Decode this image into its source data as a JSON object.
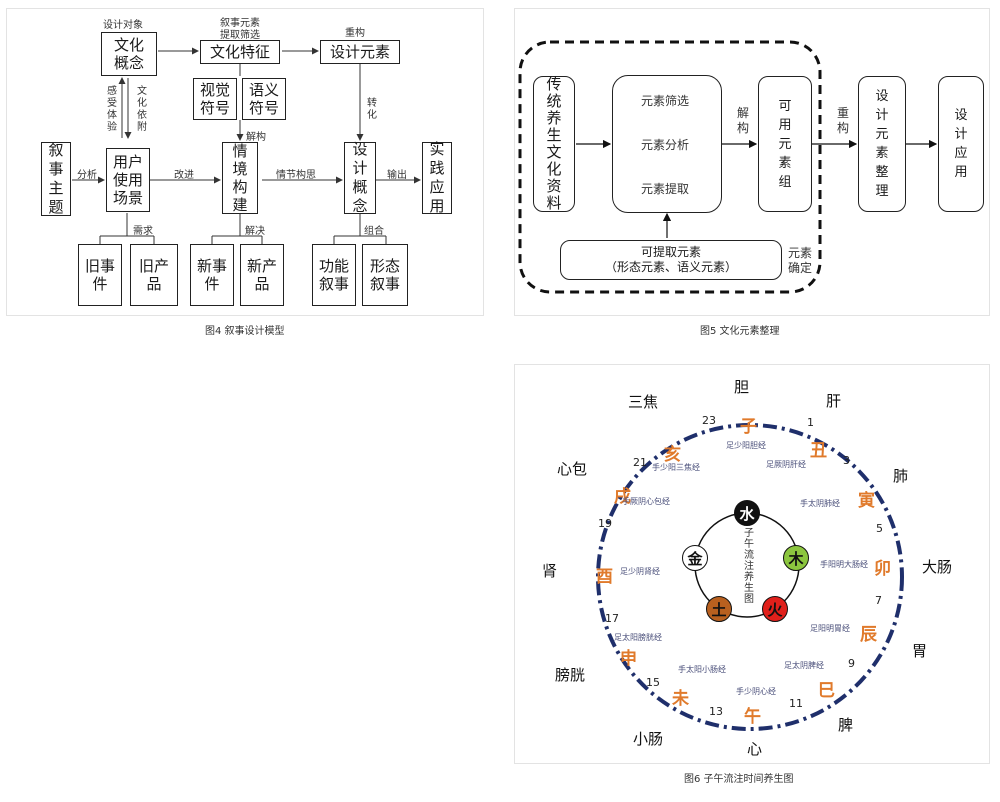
{
  "fig4": {
    "caption": "图4 叙事设计模型",
    "boxes": {
      "wenhua_gainian": "文化概念",
      "wenhua_tezheng": "文化特征",
      "sheji_yuansu": "设计元素",
      "shijue_fuhao": "视觉符号",
      "yuyi_fuhao": "语义符号",
      "xushi_zhuti": "叙事主题",
      "yonghu_changjing": "用户使用场景",
      "qingjing_goujian": "情境构建",
      "sheji_gainian": "设计概念",
      "shijian_yingyong": "实践应用",
      "jiu_shijian": "旧事件",
      "jiu_chanpin": "旧产品",
      "xin_shijian": "新事件",
      "xin_chanpin": "新产品",
      "gongneng_xushi": "功能叙事",
      "xingtai_xushi": "形态叙事"
    },
    "labels": {
      "sheji_duixiang": "设计对象",
      "xushi_yuansu": "叙事元素",
      "tiqu_shaixuan": "提取筛选",
      "chonggou": "重构",
      "ganshou_tiyan": "感受体验",
      "wenhua_yifu": "文化依附",
      "jiegou": "解构",
      "zhuanhua": "转化",
      "fenxi": "分析",
      "gaijin": "改进",
      "qingjie_gousi": "情节构思",
      "shuchu": "输出",
      "xuqiu": "需求",
      "jiejue": "解决",
      "zuhe": "组合"
    }
  },
  "fig5": {
    "caption": "图5 文化元素整理",
    "boxes": {
      "source": "传统养生文化资料",
      "shaixuan": "元素筛选",
      "fenxi": "元素分析",
      "tiqu": "元素提取",
      "ketiqu": "可提取元素",
      "ketiqu_sub": "（形态元素、语义元素）",
      "keyong": "可用元素组",
      "zhengli": "设计元素整理",
      "yingyong": "设计应用"
    },
    "labels": {
      "jiegou": "解构",
      "chonggou": "重构",
      "queding": "元素确定"
    }
  },
  "fig6": {
    "caption": "图6 子午流注时间养生图",
    "center_title": "子午流注养生图",
    "organs": [
      "胆",
      "肝",
      "肺",
      "大肠",
      "胃",
      "脾",
      "心",
      "小肠",
      "膀胱",
      "肾",
      "心包",
      "三焦"
    ],
    "branches": [
      "子",
      "丑",
      "寅",
      "卯",
      "辰",
      "巳",
      "午",
      "未",
      "申",
      "酉",
      "戌",
      "亥"
    ],
    "meridians": [
      "足少阳胆经",
      "足厥阴肝经",
      "手太阴肺经",
      "手阳明大肠经",
      "足阳明胃经",
      "足太阴脾经",
      "手少阴心经",
      "手太阳小肠经",
      "足太阳膀胱经",
      "足少阴肾经",
      "手厥阴心包经",
      "手少阳三焦经"
    ],
    "hours": [
      "23",
      "1",
      "3",
      "5",
      "7",
      "9",
      "11",
      "13",
      "15",
      "17",
      "19",
      "21"
    ],
    "elements": [
      {
        "name": "水",
        "color": "#111111",
        "text": "#ffffff"
      },
      {
        "name": "木",
        "color": "#8cc63f",
        "text": "#111111"
      },
      {
        "name": "火",
        "color": "#e0201b",
        "text": "#111111"
      },
      {
        "name": "土",
        "color": "#b8601f",
        "text": "#111111"
      },
      {
        "name": "金",
        "color": "#ffffff",
        "text": "#111111"
      }
    ],
    "colors": {
      "ring": "#1f2f6b",
      "branch": "#e07a2b",
      "meridian": "#4a4f7a"
    }
  }
}
